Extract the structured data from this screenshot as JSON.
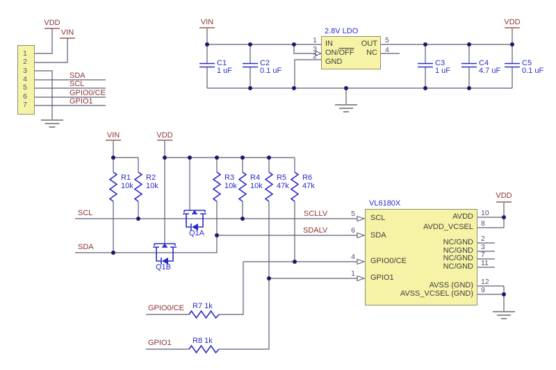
{
  "colors": {
    "wire": "#5a5a76",
    "component_blue": "#2828c8",
    "net_label": "#8b3434",
    "pin_text": "#3d3d3d",
    "pin_number": "#50506e",
    "box_fill": "#f7f3a6",
    "box_border": "#8e8d6e",
    "ground": "#7e7e7e",
    "junction_dot": "#191970"
  },
  "power": {
    "vdd": "VDD",
    "vin": "VIN"
  },
  "connector": {
    "pins": [
      "1",
      "2",
      "3",
      "4",
      "5",
      "6",
      "7"
    ]
  },
  "signals": {
    "sda": "SDA",
    "scl": "SCL",
    "gpio0": "GPIO0/CE",
    "gpio1": "GPIO1",
    "scllv": "SCLLV",
    "sdalv": "SDALV"
  },
  "ldo": {
    "title": "2.8V LDO",
    "in": "IN",
    "on": "ON/",
    "off": "OFF",
    "gnd": "GND",
    "out": "OUT",
    "nc": "NC",
    "n_in": "1",
    "n_on": "3",
    "n_gnd": "2",
    "n_out": "5",
    "n_nc": "4"
  },
  "caps": [
    {
      "ref": "C1",
      "val": "1 uF"
    },
    {
      "ref": "C2",
      "val": "0.1 uF"
    },
    {
      "ref": "C3",
      "val": "1 uF"
    },
    {
      "ref": "C4",
      "val": "4.7 uF"
    },
    {
      "ref": "C5",
      "val": "0.1 uF"
    }
  ],
  "res": [
    {
      "ref": "R1",
      "val": "10k"
    },
    {
      "ref": "R2",
      "val": "10k"
    },
    {
      "ref": "R3",
      "val": "10k"
    },
    {
      "ref": "R4",
      "val": "10k"
    },
    {
      "ref": "R5",
      "val": "47k"
    },
    {
      "ref": "R6",
      "val": "47k"
    }
  ],
  "res_r7": "R7 1k",
  "res_r8": "R8 1k",
  "mosfets": {
    "q1a": "Q1A",
    "q1b": "Q1B"
  },
  "chip": {
    "title": "VL6180X",
    "left": [
      {
        "n": "5",
        "name": "SCL"
      },
      {
        "n": "6",
        "name": "SDA"
      },
      {
        "n": "4",
        "name": "GPIO0/CE"
      },
      {
        "n": "1",
        "name": "GPIO1"
      }
    ],
    "right": [
      {
        "n": "10",
        "name": "AVDD"
      },
      {
        "n": "8",
        "name": "AVDD_VCSEL"
      },
      {
        "n": "2",
        "name": "NC/GND"
      },
      {
        "n": "3",
        "name": "NC/GND"
      },
      {
        "n": "7",
        "name": "NC/GND"
      },
      {
        "n": "11",
        "name": "NC/GND"
      },
      {
        "n": "12",
        "name": "AVSS (GND)"
      },
      {
        "n": "9",
        "name": "AVSS_VCSEL (GND)"
      }
    ]
  }
}
